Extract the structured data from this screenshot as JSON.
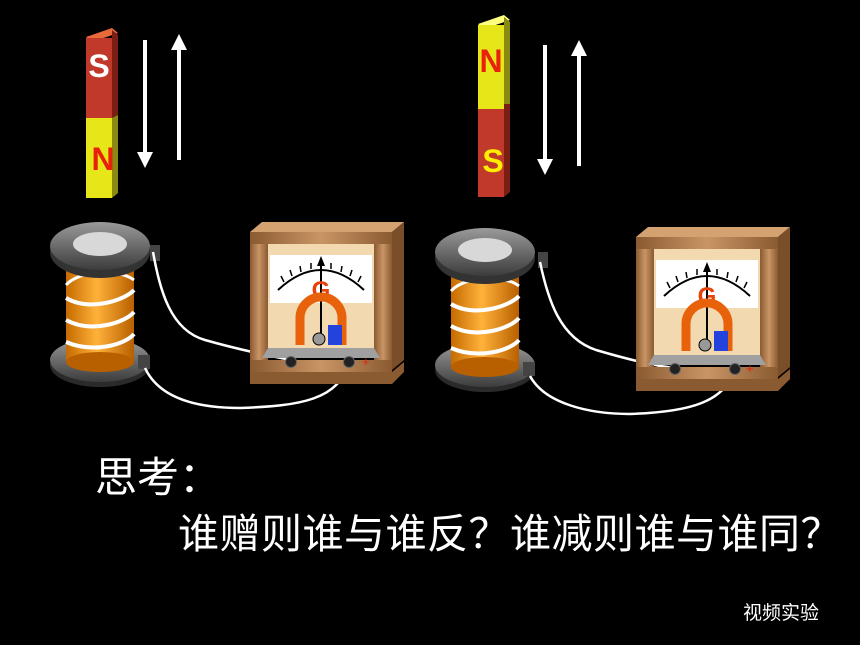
{
  "setups": [
    {
      "magnet": {
        "top_pole": "S",
        "bottom_pole": "N"
      },
      "meter_label": "G",
      "terminal_plus": "+"
    },
    {
      "magnet": {
        "top_pole": "N",
        "bottom_pole": "S"
      },
      "meter_label": "G",
      "terminal_plus": "+"
    }
  ],
  "think_title": "思考：",
  "question": "谁赠则谁与谁反？谁减则谁与谁同？",
  "video_link": "视频实验",
  "colors": {
    "background": "#000000",
    "magnet_red": "#c0392b",
    "magnet_yellow": "#e6e619",
    "pole_s": "#ffffff",
    "pole_n_red": "#e8200c",
    "pole_s_yellow": "#ffee00",
    "coil_orange": "#f29c1a",
    "wood": "#b07a4a"
  }
}
